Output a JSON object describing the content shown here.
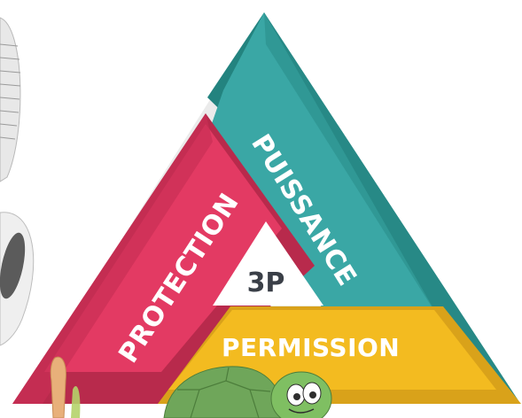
{
  "diagram": {
    "center_label": "3P",
    "sides": [
      {
        "id": "puissance",
        "label": "PUISSANCE",
        "color": "#3aa7a5",
        "shade": "#23837f"
      },
      {
        "id": "protection",
        "label": "PROTECTION",
        "color": "#e33a63",
        "shade": "#b82a4c"
      },
      {
        "id": "permission",
        "label": "PERMISSION",
        "color": "#f3bb20",
        "shade": "#d9a21a"
      }
    ]
  }
}
